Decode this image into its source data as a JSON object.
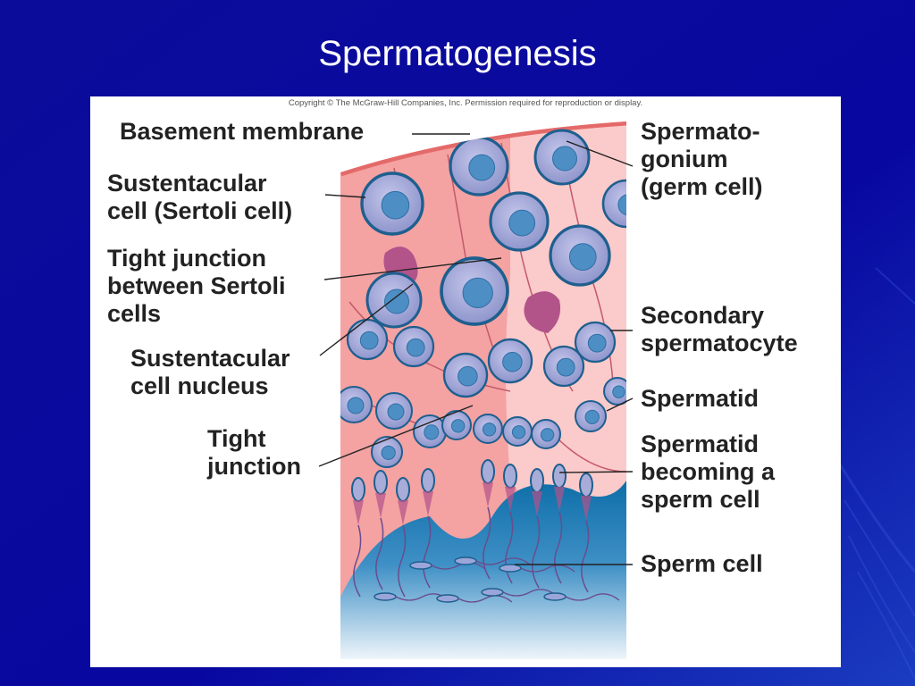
{
  "slide": {
    "title": "Spermatogenesis"
  },
  "figure": {
    "copyright": "Copyright © The McGraw-Hill Companies, Inc. Permission required for reproduction or display.",
    "labels": {
      "basement_membrane": "Basement membrane",
      "sustentacular_cell": [
        "Sustentacular",
        "cell (Sertoli cell)"
      ],
      "tight_junction_sertoli": [
        "Tight junction",
        "between Sertoli",
        "cells"
      ],
      "sustentacular_nucleus": [
        "Sustentacular",
        "cell nucleus"
      ],
      "tight_junction": [
        "Tight",
        "junction"
      ],
      "spermatogonium": [
        "Spermato-",
        "gonium",
        "(germ cell)"
      ],
      "secondary_spermatocyte": [
        "Secondary",
        "spermatocyte"
      ],
      "spermatid": "Spermatid",
      "spermatid_becoming_sperm": [
        "Spermatid",
        "becoming a",
        "sperm cell"
      ],
      "sperm_cell": "Sperm cell"
    }
  },
  "colors": {
    "slide_background": "#0a0a86",
    "title_text": "#ffffff",
    "basement_membrane": "#e46a6a",
    "sertoli_cytoplasm": "#f4a2a2",
    "tissue_light": "#fbd0d0",
    "lumen": "#1878b0",
    "cell_membrane": "#1e5f8e",
    "cell_cytoplasm": "#a8acd8",
    "nucleus": "#4d8ec4",
    "sertoli_nucleus": "#b2538a",
    "label_text": "#222222"
  }
}
